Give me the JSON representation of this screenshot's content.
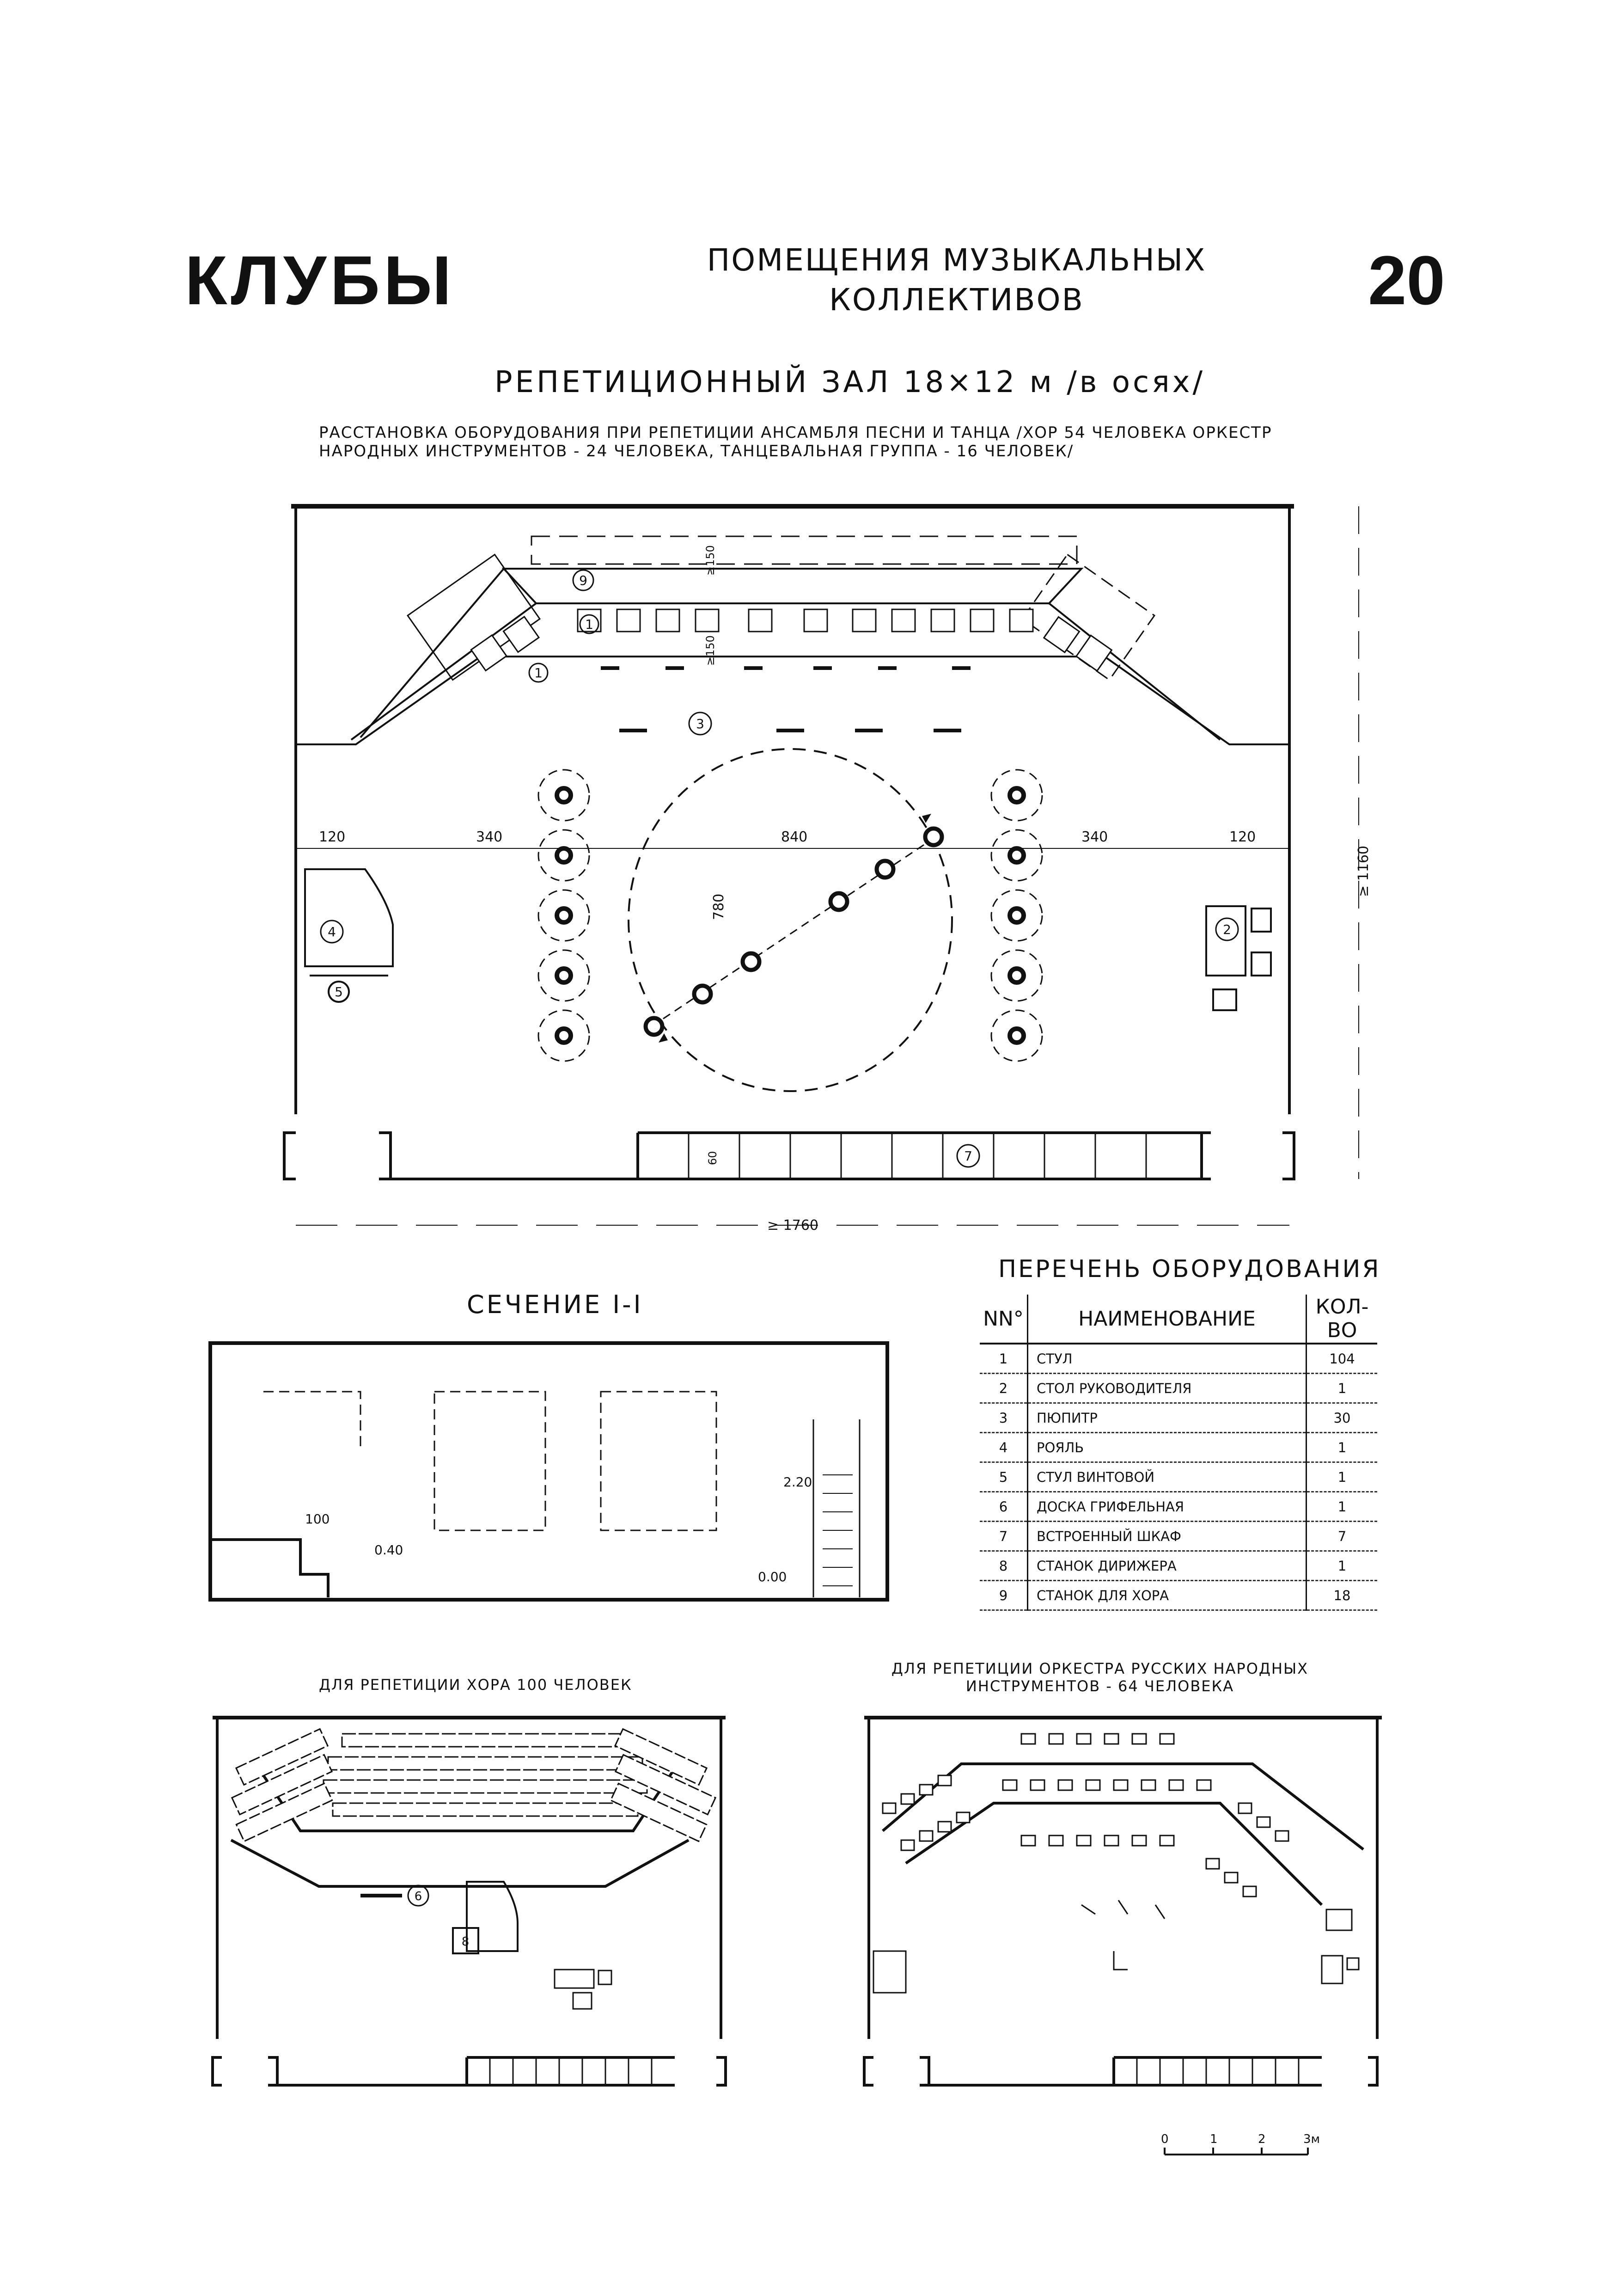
{
  "header": {
    "category": "КЛУБЫ",
    "subtitle_line1": "ПОМЕЩЕНИЯ МУЗЫКАЛЬНЫХ",
    "subtitle_line2": "КОЛЛЕКТИВОВ",
    "sheet_number": "20"
  },
  "main_plan": {
    "title": "РЕПЕТИЦИОННЫЙ ЗАЛ 18×12 м /в осях/",
    "caption_line1": "РАССТАНОВКА ОБОРУДОВАНИЯ ПРИ РЕПЕТИЦИИ АНСАМБЛЯ ПЕСНИ И ТАНЦА /ХОР 54 ЧЕЛОВЕКА ОРКЕСТР",
    "caption_line2": "НАРОДНЫХ ИНСТРУМЕНТОВ - 24 ЧЕЛОВЕКА, ТАНЦЕВАЛЬНАЯ ГРУППА - 16 ЧЕЛОВЕК/",
    "dimensions": {
      "left_margin": "120",
      "left_zone": "340",
      "center_width": "840",
      "right_zone": "340",
      "right_margin": "120",
      "circle_height": "780",
      "height": "≥ 1160",
      "length": "≥ 1760",
      "riser_step1": "≥150",
      "riser_step2": "≥150",
      "cabinet_depth": "60"
    },
    "markers": [
      "1",
      "2",
      "3",
      "4",
      "5",
      "7",
      "9"
    ]
  },
  "section": {
    "title": "СЕЧЕНИЕ I-I",
    "dims": {
      "step": "100",
      "level_low": "0.40",
      "height": "2.20",
      "floor": "0.00"
    }
  },
  "equipment": {
    "title": "ПЕРЕЧЕНЬ ОБОРУДОВАНИЯ",
    "headers": {
      "num": "NN°",
      "name": "НАИМЕНОВАНИЕ",
      "qty": "КОЛ-ВО"
    },
    "rows": [
      {
        "num": "1",
        "name": "СТУЛ",
        "qty": "104"
      },
      {
        "num": "2",
        "name": "СТОЛ РУКОВОДИТЕЛЯ",
        "qty": "1"
      },
      {
        "num": "3",
        "name": "ПЮПИТР",
        "qty": "30"
      },
      {
        "num": "4",
        "name": "РОЯЛЬ",
        "qty": "1"
      },
      {
        "num": "5",
        "name": "СТУЛ ВИНТОВОЙ",
        "qty": "1"
      },
      {
        "num": "6",
        "name": "ДОСКА ГРИФЕЛЬНАЯ",
        "qty": "1"
      },
      {
        "num": "7",
        "name": "ВСТРОЕННЫЙ ШКАФ",
        "qty": "7"
      },
      {
        "num": "8",
        "name": "СТАНОК ДИРИЖЕРА",
        "qty": "1"
      },
      {
        "num": "9",
        "name": "СТАНОК ДЛЯ ХОРА",
        "qty": "18"
      }
    ]
  },
  "choir_plan": {
    "caption": "ДЛЯ РЕПЕТИЦИИ ХОРА 100 ЧЕЛОВЕК",
    "markers": [
      "6",
      "8"
    ]
  },
  "orchestra_plan": {
    "caption_line1": "ДЛЯ РЕПЕТИЦИИ ОРКЕСТРА РУССКИХ НАРОДНЫХ",
    "caption_line2": "ИНСТРУМЕНТОВ - 64 ЧЕЛОВЕКА"
  },
  "scale_bar": {
    "labels": [
      "0",
      "1",
      "2",
      "3м"
    ]
  }
}
